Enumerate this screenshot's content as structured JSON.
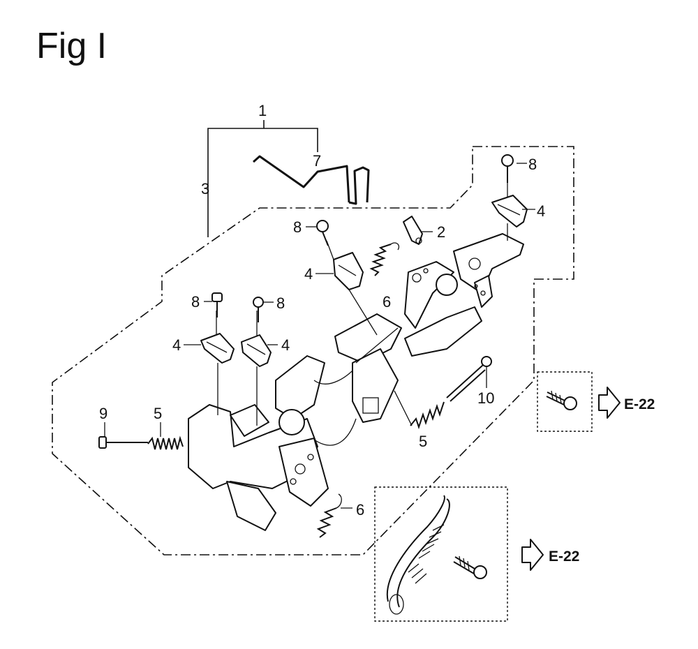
{
  "figure": {
    "title": "Fig I"
  },
  "callouts": {
    "c1": "1",
    "c2": "2",
    "c3": "3",
    "c4a": "4",
    "c4b": "4",
    "c4c": "4",
    "c4d": "4",
    "c5a": "5",
    "c5b": "5",
    "c6a": "6",
    "c6b": "6",
    "c7": "7",
    "c8a": "8",
    "c8b": "8",
    "c8c": "8",
    "c8d": "8",
    "c9": "9",
    "c10": "10"
  },
  "references": {
    "upper": "E-22",
    "lower": "E-22"
  }
}
